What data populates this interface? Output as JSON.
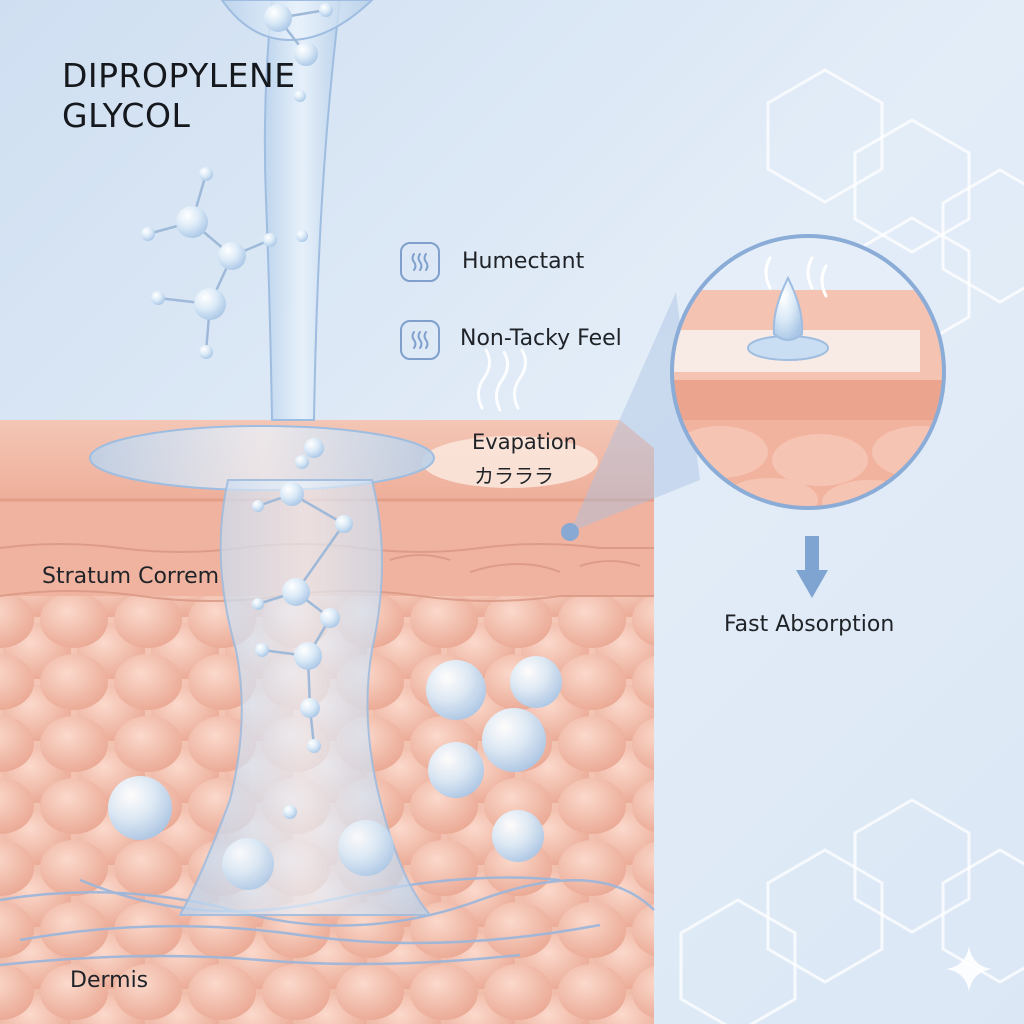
{
  "title": {
    "line1": "DIPROPYLENE",
    "line2": "GLYCOL"
  },
  "features": [
    {
      "icon": "heat-waves-icon",
      "label": "Humectant"
    },
    {
      "icon": "heat-waves-icon",
      "label": "Non-Tacky Feel"
    }
  ],
  "evaporation": {
    "label": "Evapation",
    "sublabel": "カラララ"
  },
  "layers": {
    "stratum": "Stratum Correm",
    "dermis": "Dermis"
  },
  "absorption": {
    "label": "Fast Absorption",
    "icon": "arrow-down-icon"
  },
  "colors": {
    "background_top": "#d6e4f3",
    "skin_top": "#f1b8a4",
    "skin_cells": "#f3b7a5",
    "liquid": "#cfe2f5",
    "accent_blue": "#7fa4d2"
  }
}
